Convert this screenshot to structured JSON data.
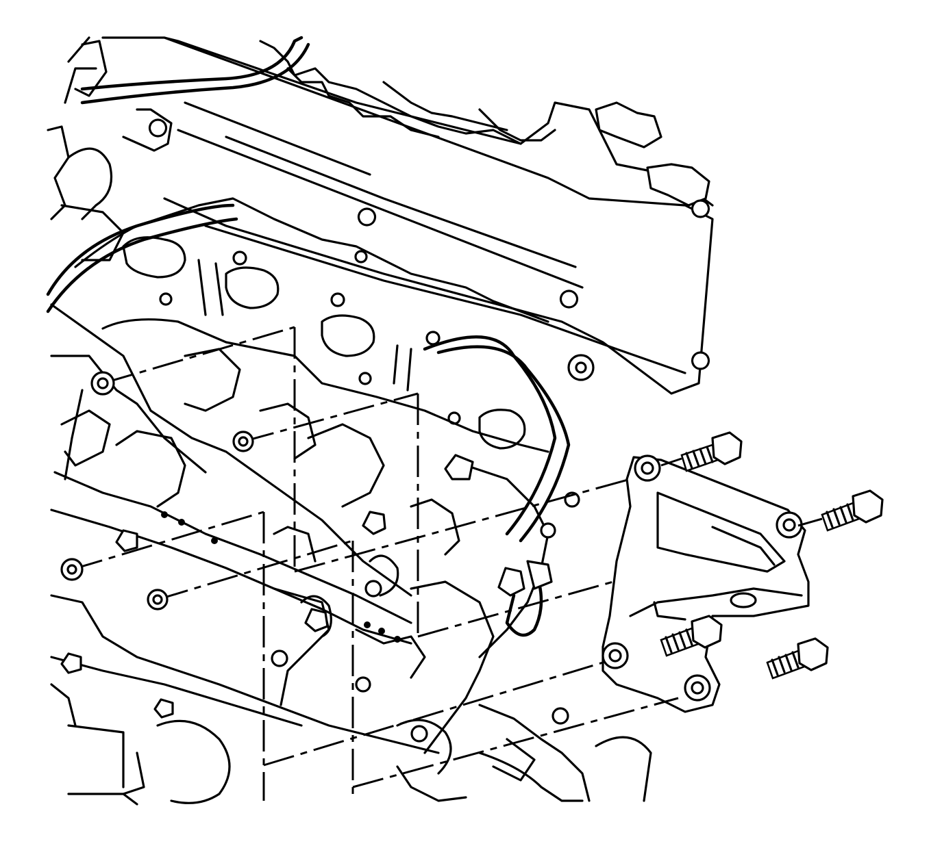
{
  "diagram": {
    "labels": [],
    "parts": [
      "cylinder-head",
      "exhaust-manifold-gasket-ports",
      "engine-mount-bracket",
      "bracket-bolt",
      "ground-strap",
      "engine-block"
    ],
    "colors": {
      "ink": "#000000",
      "paper": "#ffffff"
    }
  }
}
